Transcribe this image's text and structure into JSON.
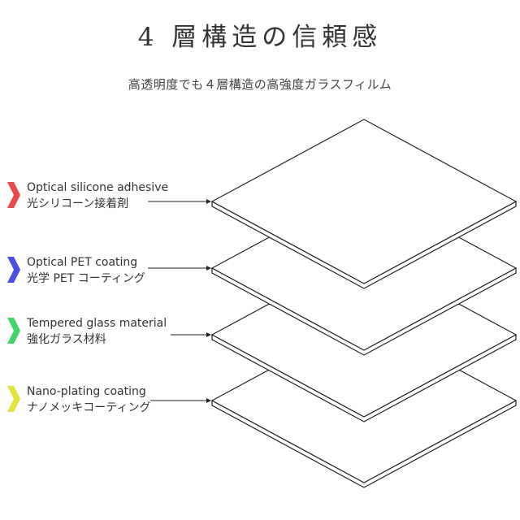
{
  "title": "4 層構造の信頼感",
  "subtitle": "高透明度でも４層構造の高強度ガラスフィルム",
  "layers": [
    {
      "en": "Optical silicone adhesive",
      "jp": "光シリコーン接着剤",
      "color": "#e8484a",
      "icon": "chevron-right-icon"
    },
    {
      "en": "Optical PET coating",
      "jp": "光学 PET コーティング",
      "color": "#4a4ee8",
      "icon": "chevron-right-icon"
    },
    {
      "en": "Tempered glass material",
      "jp": "強化ガラス材料",
      "color": "#3ed66a",
      "icon": "chevron-right-icon"
    },
    {
      "en": "Nano-plating coating",
      "jp": "ナノメッキコーティング",
      "color": "#e2e43c",
      "icon": "chevron-right-icon"
    }
  ]
}
